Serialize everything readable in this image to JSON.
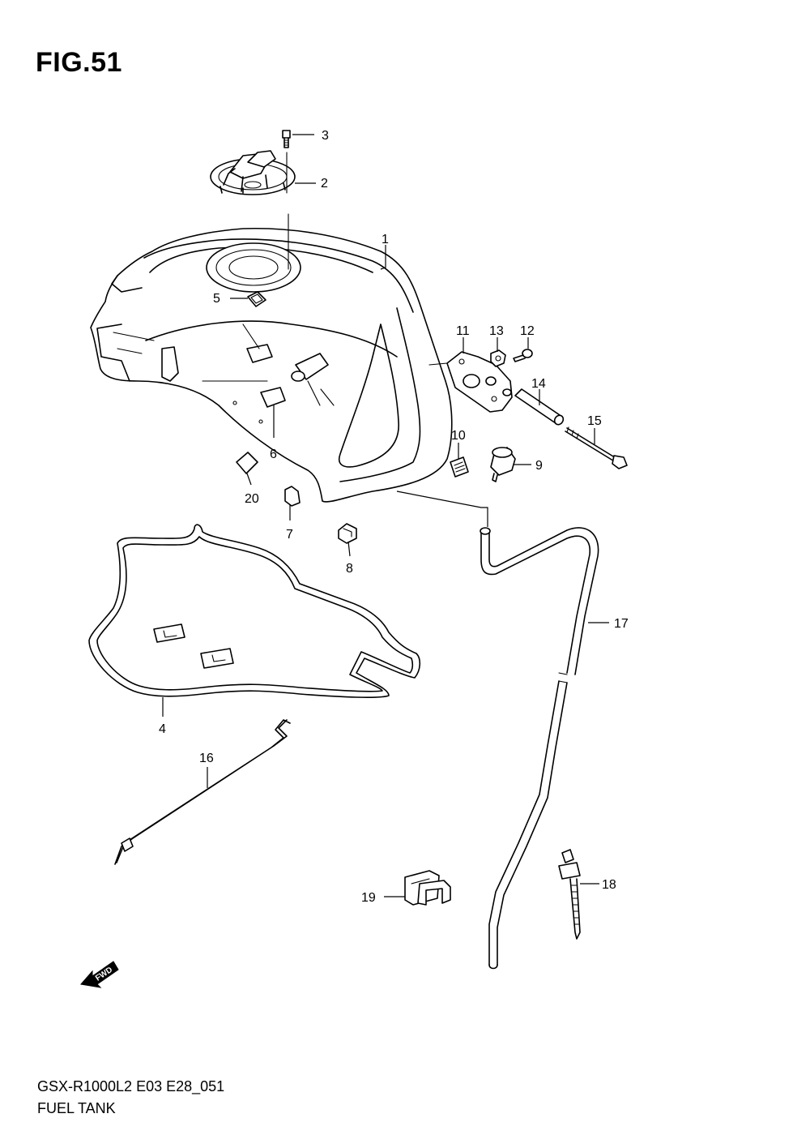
{
  "header": {
    "figure_title": "FIG.51"
  },
  "footer": {
    "model_code": "GSX-R1000L2 E03 E28_051",
    "section_name": "FUEL TANK"
  },
  "callouts": [
    "1",
    "2",
    "3",
    "4",
    "5",
    "6",
    "7",
    "8",
    "9",
    "10",
    "11",
    "12",
    "13",
    "14",
    "15",
    "16",
    "17",
    "18",
    "19",
    "20"
  ],
  "direction_arrow": {
    "label": "FWD"
  },
  "icons": {
    "direction": "fwd-arrow-icon"
  }
}
